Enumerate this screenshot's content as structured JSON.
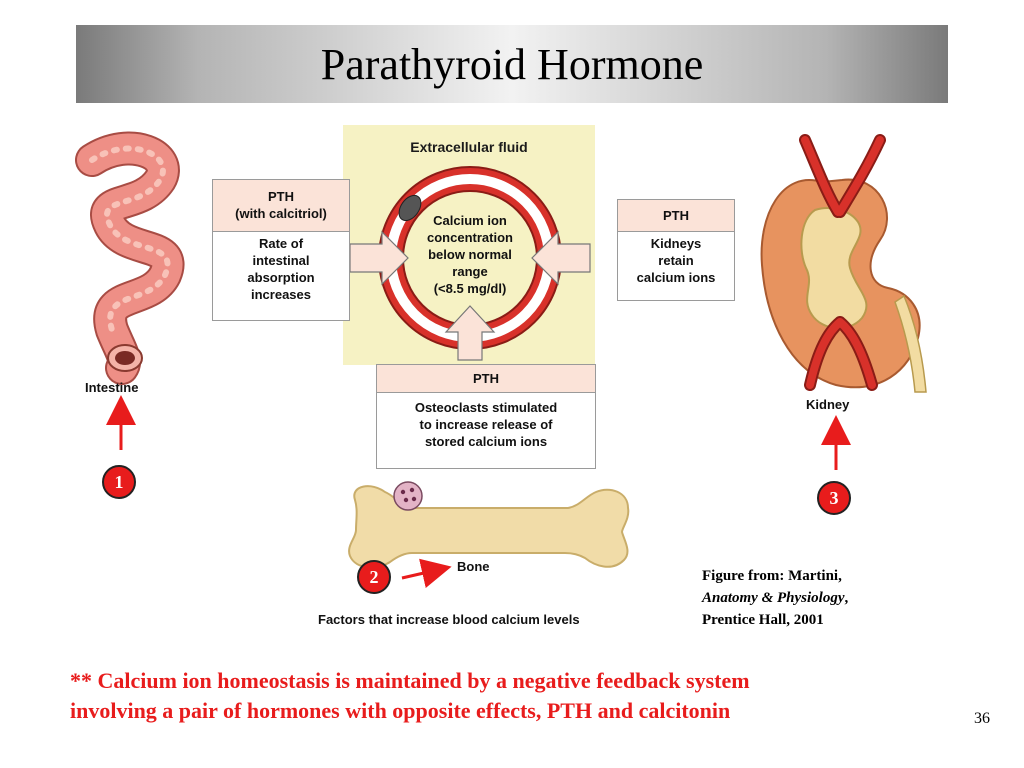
{
  "slide": {
    "title": "Parathyroid Hormone",
    "number": "36"
  },
  "figure": {
    "fluid_label": "Extracellular fluid",
    "center_text": [
      "Calcium ion",
      "concentration",
      "below normal",
      "range",
      "(<8.5 mg/dl)"
    ],
    "intestine_box": {
      "header": [
        "PTH",
        "(with calcitriol)"
      ],
      "body": [
        "Rate of",
        "intestinal",
        "absorption",
        "increases"
      ]
    },
    "kidney_box": {
      "header": [
        "PTH"
      ],
      "body": [
        "Kidneys",
        "retain",
        "calcium ions"
      ]
    },
    "bone_box": {
      "header": [
        "PTH"
      ],
      "body": [
        "Osteoclasts stimulated",
        "to increase release of",
        "stored calcium ions"
      ]
    },
    "intestine_label": "Intestine",
    "kidney_label": "Kidney",
    "bone_label": "Bone",
    "caption": "Factors that increase blood calcium levels"
  },
  "markers": [
    "1",
    "2",
    "3"
  ],
  "credit": {
    "line1": "Figure from: Martini,",
    "book": "Anatomy & Physiology",
    "comma": ",",
    "line3": "Prentice Hall, 2001"
  },
  "footer": {
    "line1": "** Calcium ion homeostasis is maintained by a negative feedback system",
    "line2": "involving a pair of hormones with opposite effects, PTH and calcitonin"
  },
  "colors": {
    "accent_red": "#e81c1c",
    "fluid_bg": "#f6f2c4",
    "box_header": "#fbe3d8",
    "vessel_red": "#d8312a",
    "bone": "#f1dca8",
    "kidney": "#e7935f",
    "intestine": "#ee8f86"
  }
}
